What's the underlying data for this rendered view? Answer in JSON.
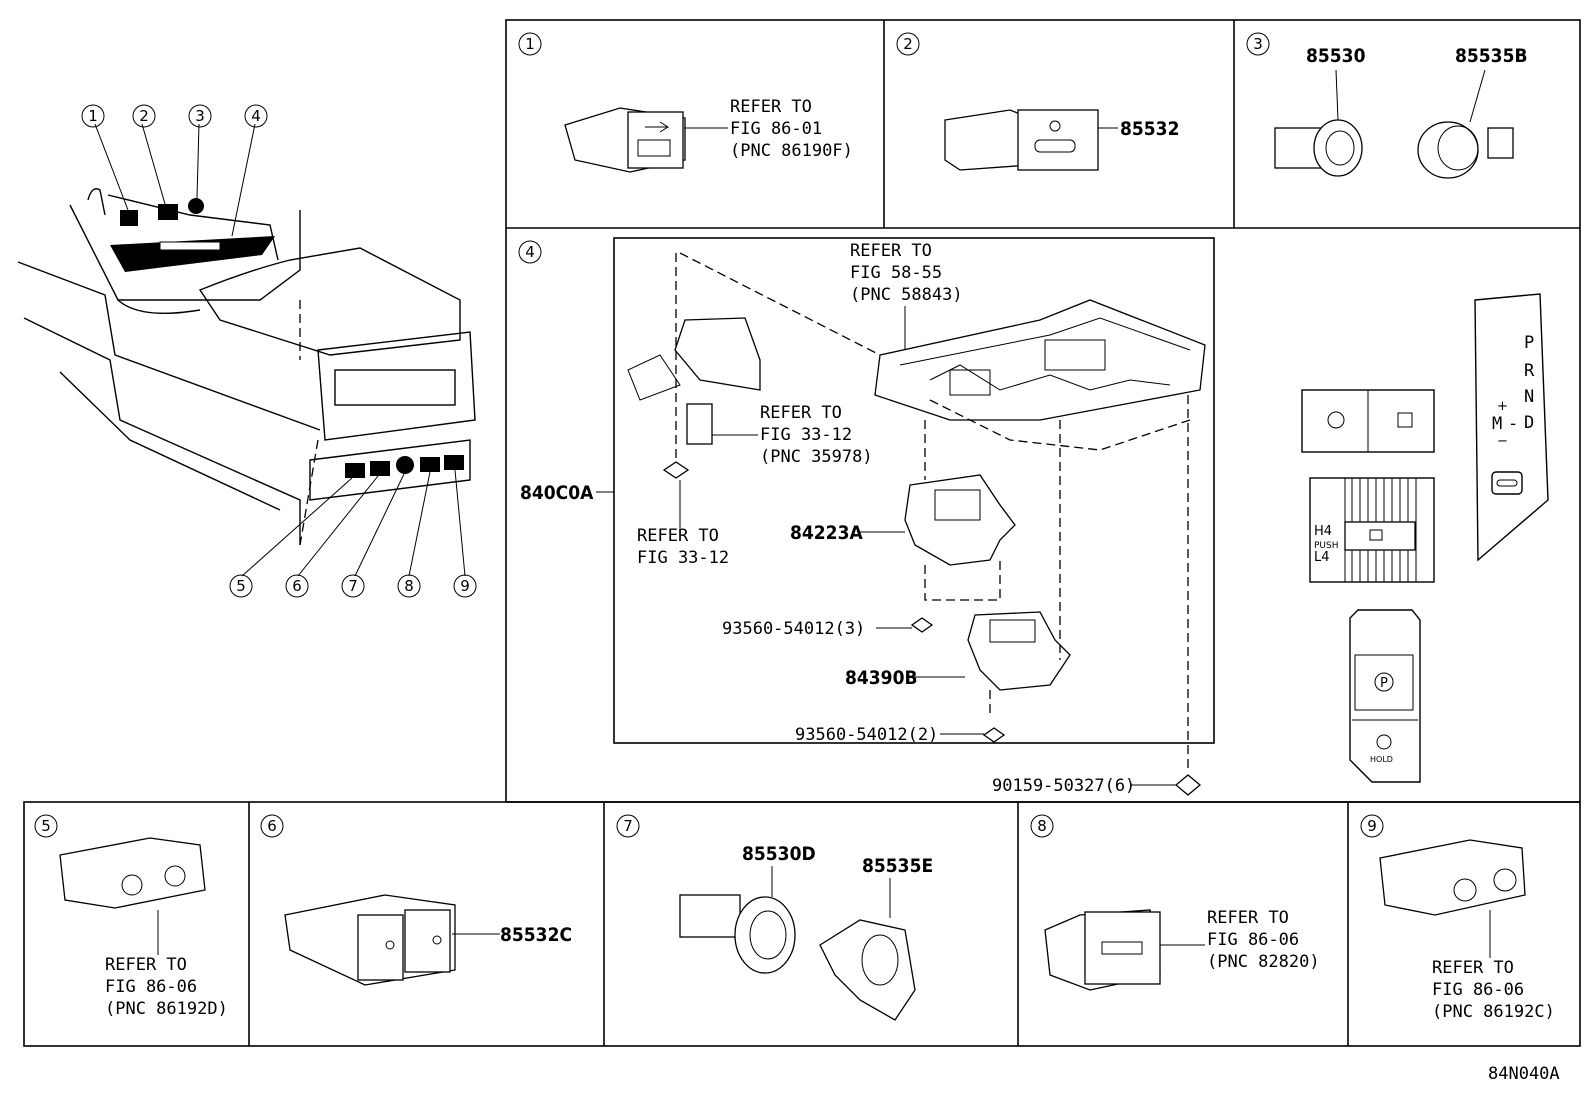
{
  "diagram_code": "84N040A",
  "overview_callouts": [
    "1",
    "2",
    "3",
    "4",
    "5",
    "6",
    "7",
    "8",
    "9"
  ],
  "panels": {
    "p1": {
      "num": "1",
      "ref": [
        "REFER TO",
        "FIG 86-01",
        "(PNC 86190F)"
      ]
    },
    "p2": {
      "num": "2",
      "part": "85532"
    },
    "p3": {
      "num": "3",
      "parts": [
        "85530",
        "85535B"
      ]
    },
    "p4": {
      "num": "4",
      "assembly": "840C0A",
      "ref_top": [
        "REFER TO",
        "FIG 58-55",
        "(PNC 58843)"
      ],
      "ref_mid": [
        "REFER TO",
        "FIG 33-12",
        "(PNC 35978)"
      ],
      "ref_low": [
        "REFER TO",
        "FIG 33-12"
      ],
      "part_a": "84223A",
      "part_b": "84390B",
      "screw_1": "93560-54012(3)",
      "screw_2": "93560-54012(2)",
      "screw_3": "90159-50327(6)"
    },
    "p5": {
      "num": "5",
      "ref": [
        "REFER TO",
        "FIG 86-06",
        "(PNC 86192D)"
      ]
    },
    "p6": {
      "num": "6",
      "part": "85532C"
    },
    "p7": {
      "num": "7",
      "parts": [
        "85530D",
        "85535E"
      ]
    },
    "p8": {
      "num": "8",
      "ref": [
        "REFER TO",
        "FIG 86-06",
        "(PNC 82820)"
      ]
    },
    "p9": {
      "num": "9",
      "ref": [
        "REFER TO",
        "FIG 86-06",
        "(PNC 86192C)"
      ]
    }
  },
  "shifter": {
    "gears": [
      "P",
      "R",
      "N",
      "D"
    ],
    "manual": "M",
    "plus": "+",
    "minus": "−",
    "dash": "-",
    "h4": "H4",
    "push": "PUSH",
    "l4": "L4",
    "hold": "HOLD",
    "park": "P"
  }
}
